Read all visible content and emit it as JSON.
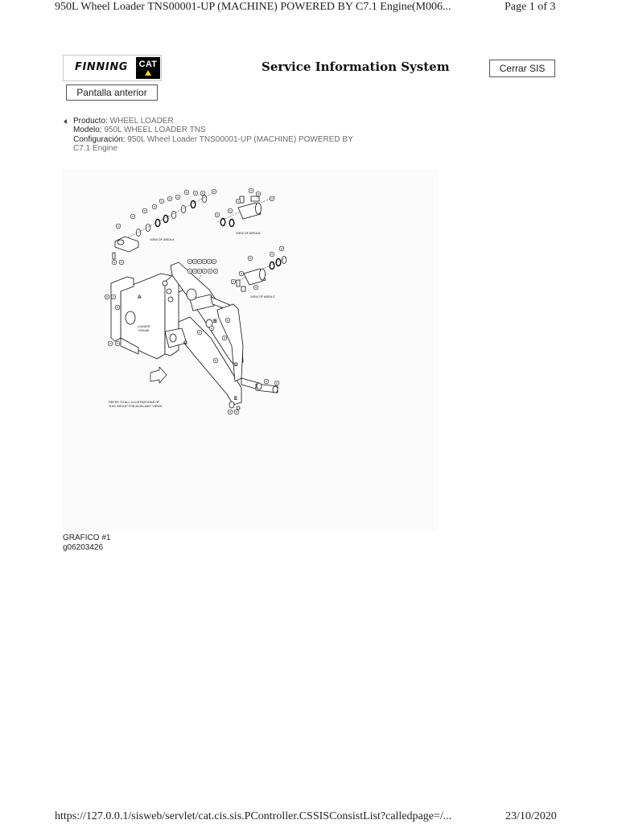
{
  "print_header": {
    "title": "950L Wheel Loader TNS00001-UP (MACHINE) POWERED BY C7.1 Engine(M006...",
    "page": "Page 1 of 3"
  },
  "logo": {
    "finning": "FINNING",
    "cat": "CAT"
  },
  "header": {
    "title": "Service Information System",
    "close_button": "Cerrar SIS",
    "back_button": "Pantalla anterior"
  },
  "breadcrumb": {
    "icon": "chevron-left-icon",
    "items": [
      {
        "label": "Producto:",
        "value": "WHEEL LOADER"
      },
      {
        "label": "Modelo:",
        "value": "950L WHEEL LOADER TNS"
      },
      {
        "label": "Configuración:",
        "value": "950L Wheel Loader TNS00001-UP (MACHINE) POWERED BY C7.1 Engine"
      }
    ]
  },
  "figure": {
    "labels": {
      "view_area_a": "VIEW OF AREA A",
      "view_area_b": "VIEW OF AREA B",
      "view_area_c": "VIEW OF AREA C",
      "loader_frame": [
        "LOADER",
        "FRAME"
      ],
      "note": [
        "REFER TO ALL ILLUSTRATIONS OF",
        "THIS GROUP FOR AUXILIARY VIEWS"
      ],
      "letters": [
        "A",
        "B",
        "C",
        "D",
        "E"
      ]
    },
    "caption": "GRAFICO #1",
    "graphic_id": "g06203426"
  },
  "print_footer": {
    "url": "https://127.0.0.1/sisweb/servlet/cat.cis.sis.PController.CSSISConsistList?calledpage=/...",
    "date": "23/10/2020"
  },
  "colors": {
    "cat_yellow": "#ffcd11",
    "value_text": "#6a6a6a"
  }
}
